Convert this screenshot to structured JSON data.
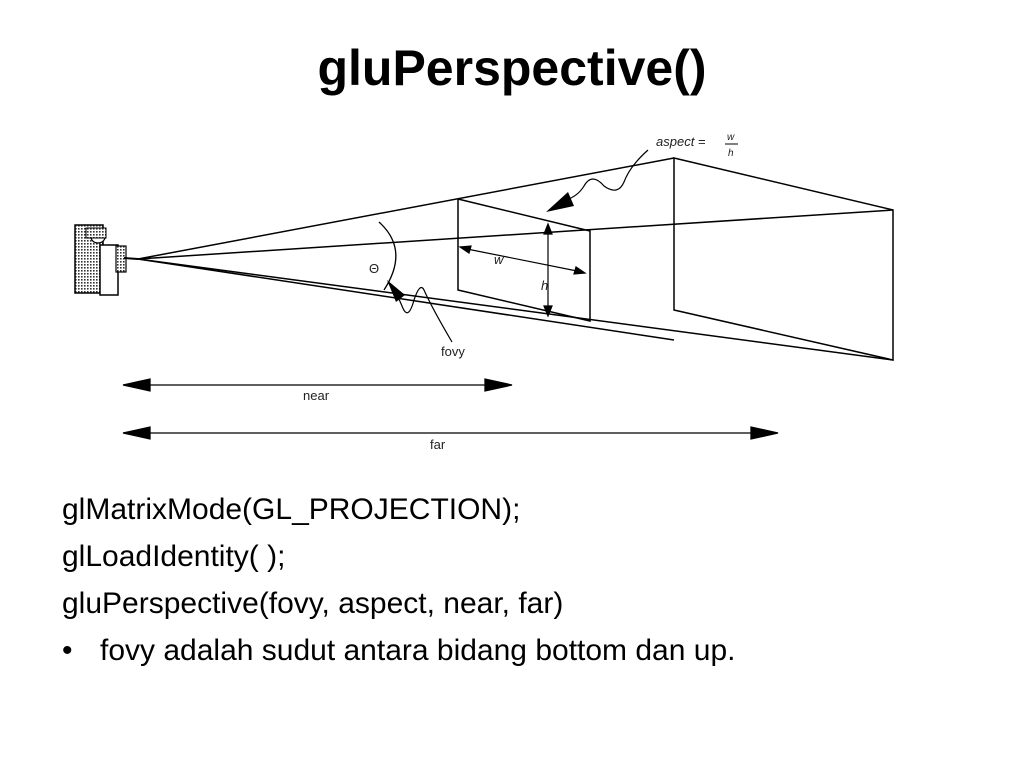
{
  "slide": {
    "title": "gluPerspective()"
  },
  "diagram": {
    "aspect_label": "aspect =",
    "aspect_numerator": "w",
    "aspect_denominator": "h",
    "w_label": "w",
    "h_label": "h",
    "theta_label": "Θ",
    "fovy_label": "fovy",
    "near_label": "near",
    "far_label": "far"
  },
  "body": {
    "line1": "glMatrixMode(GL_PROJECTION);",
    "line2": "glLoadIdentity( );",
    "line3": "gluPerspective(fovy, aspect, near, far)",
    "bullet_symbol": "•",
    "bullet1": "fovy adalah sudut antara bidang bottom dan up."
  }
}
